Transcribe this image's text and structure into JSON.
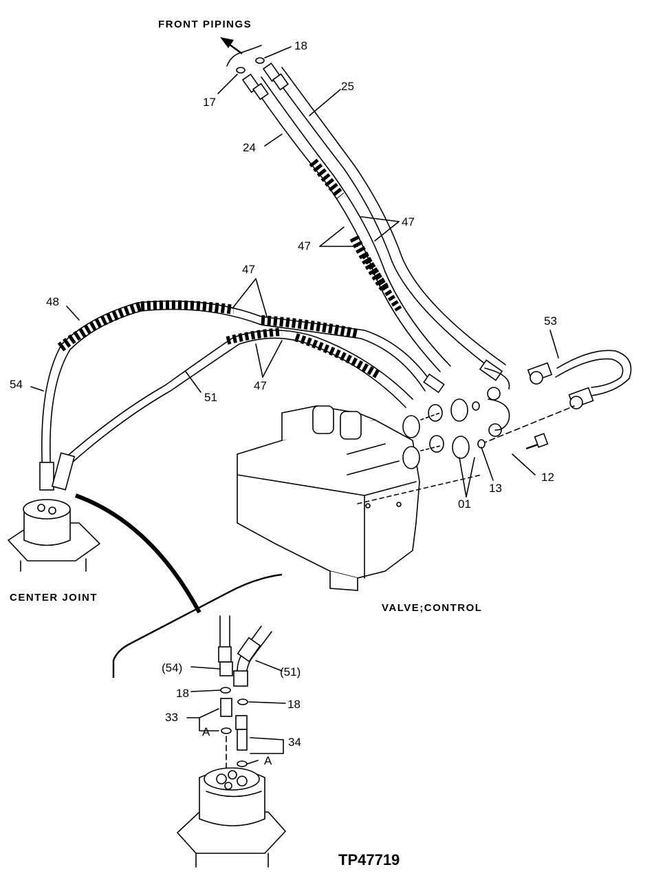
{
  "captions": {
    "front_pipings": "FRONT PIPINGS",
    "center_joint": "CENTER JOINT",
    "valve_control": "VALVE;CONTROL",
    "figure_code": "TP47719"
  },
  "callouts": {
    "p18_top": "18",
    "p17": "17",
    "p25": "25",
    "p24": "24",
    "p47_upper_right": "47",
    "p47_upper_left": "47",
    "p47_middle": "47",
    "p47_lower": "47",
    "p48": "48",
    "p53": "53",
    "p54": "54",
    "p51": "51",
    "p13": "13",
    "p12": "12",
    "p01": "01",
    "p54_ref": "(54)",
    "p51_ref": "(51)",
    "p18_left": "18",
    "p18_right": "18",
    "p33": "33",
    "pA_left": "A",
    "p34": "34",
    "pA_right": "A"
  }
}
